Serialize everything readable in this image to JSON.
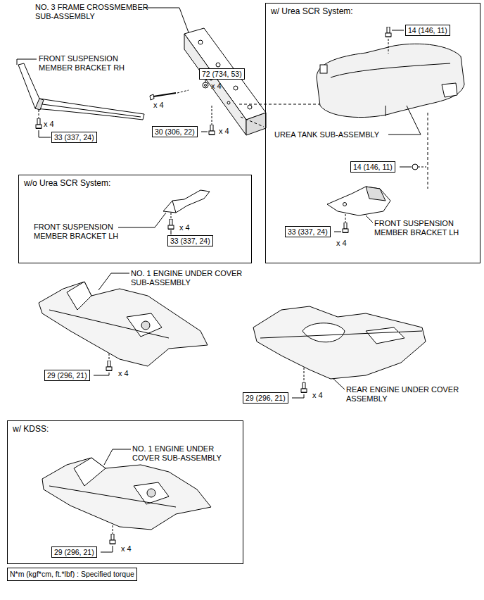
{
  "diagram": {
    "nodes": [
      {
        "text": [
          "33 (337, 24)"
        ]
      },
      {
        "text": [
          "72 (734, 53)"
        ]
      },
      {
        "text": [
          "30 (306, 22)"
        ]
      },
      {
        "text": [
          "w/ Urea SCR System:"
        ]
      },
      {
        "text": [
          "14 (146, 11)"
        ],
        "in": 3
      },
      {
        "text": [
          "14 (146, 11)"
        ],
        "in": 3
      },
      {
        "text": [
          "33 (337, 24)"
        ],
        "in": 3
      },
      {
        "text": [
          "w/o Urea SCR System:"
        ]
      },
      {
        "text": [
          "33 (337, 24)"
        ],
        "in": 7
      },
      {
        "text": [
          "29 (296, 21)"
        ]
      },
      {
        "text": [
          "29 (296, 21)"
        ]
      },
      {
        "text": [
          "w/ KDSS:"
        ]
      },
      {
        "text": [
          "29 (296, 21)"
        ],
        "in": 11
      },
      {
        "text": [
          "N*m (kgf*cm, ft.*lbf) : Specified torque"
        ]
      }
    ],
    "labels": [
      "NO. 3 FRAME CROSSMEMBER SUB-ASSEMBLY",
      "FRONT SUSPENSION MEMBER BRACKET RH",
      "x 4",
      "x 4",
      "x 4",
      "x 4",
      "UREA TANK SUB-ASSEMBLY",
      "FRONT SUSPENSION MEMBER BRACKET LH",
      "x 4",
      "FRONT SUSPENSION MEMBER BRACKET LH",
      "x 4",
      "NO. 1 ENGINE UNDER COVER SUB-ASSEMBLY",
      "x 4",
      "REAR ENGINE UNDER COVER ASSEMBLY",
      "x 4",
      "NO. 1 ENGINE UNDER COVER SUB-ASSEMBLY",
      "x 4"
    ]
  }
}
